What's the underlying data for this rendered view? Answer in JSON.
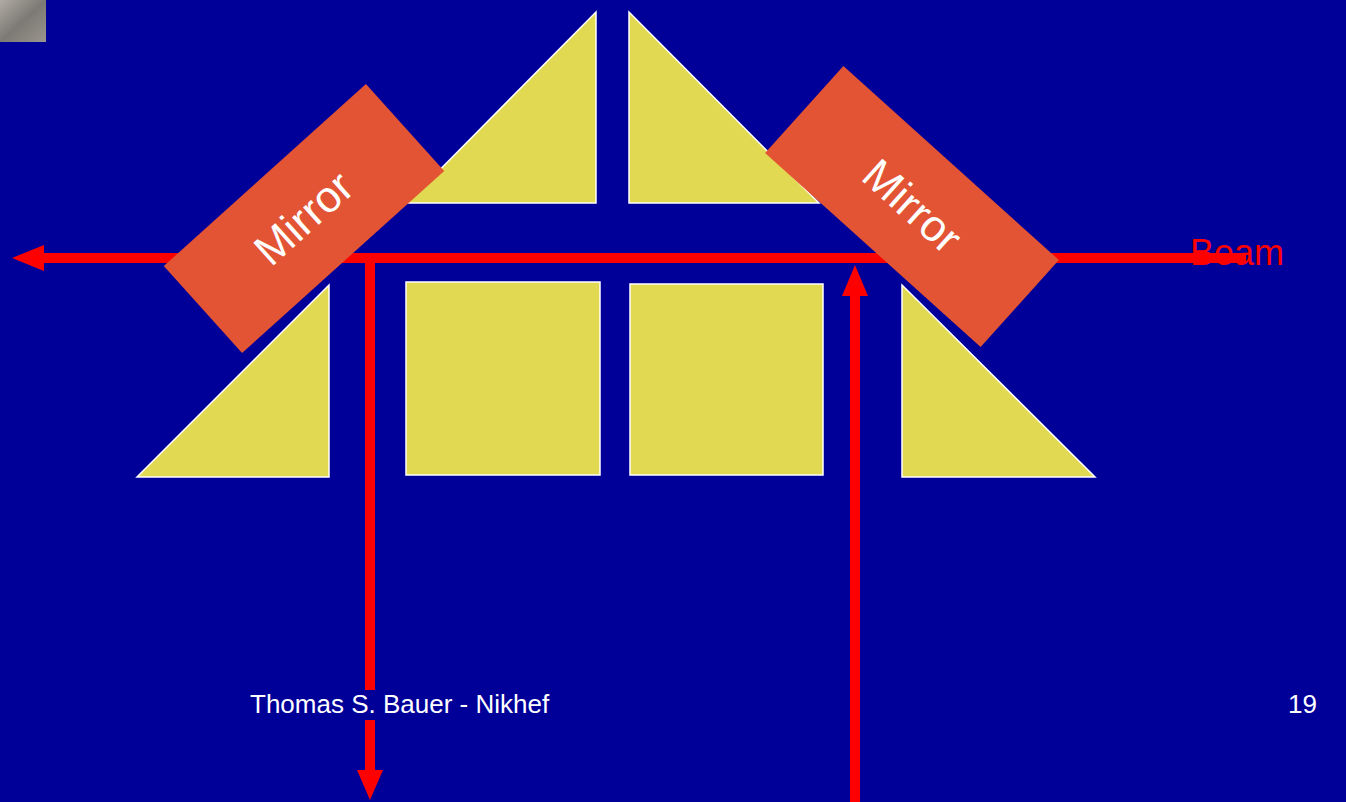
{
  "diagram": {
    "nodes": [
      {
        "text": [
          "Mirror"
        ]
      },
      {
        "text": [
          "Mirror"
        ]
      }
    ],
    "labels": [
      "Beam",
      "Thomas S. Bauer - Nikhef",
      "19"
    ]
  }
}
